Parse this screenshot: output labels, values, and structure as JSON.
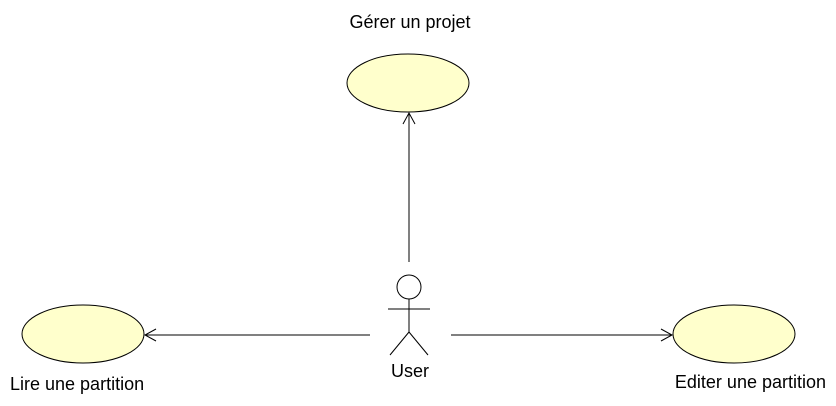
{
  "diagram": {
    "type": "uml-use-case",
    "colors": {
      "usecase_fill": "#ffffcc",
      "line": "#000000",
      "background": "#ffffff"
    },
    "actor": {
      "name": "User"
    },
    "use_cases": [
      {
        "id": "gerer",
        "label": "Gérer un projet"
      },
      {
        "id": "lire",
        "label": "Lire une partition"
      },
      {
        "id": "editer",
        "label": "Editer une partition"
      }
    ],
    "associations": [
      {
        "from": "actor",
        "to": "gerer",
        "directed": true
      },
      {
        "from": "actor",
        "to": "lire",
        "directed": true
      },
      {
        "from": "actor",
        "to": "editer",
        "directed": true
      }
    ]
  }
}
